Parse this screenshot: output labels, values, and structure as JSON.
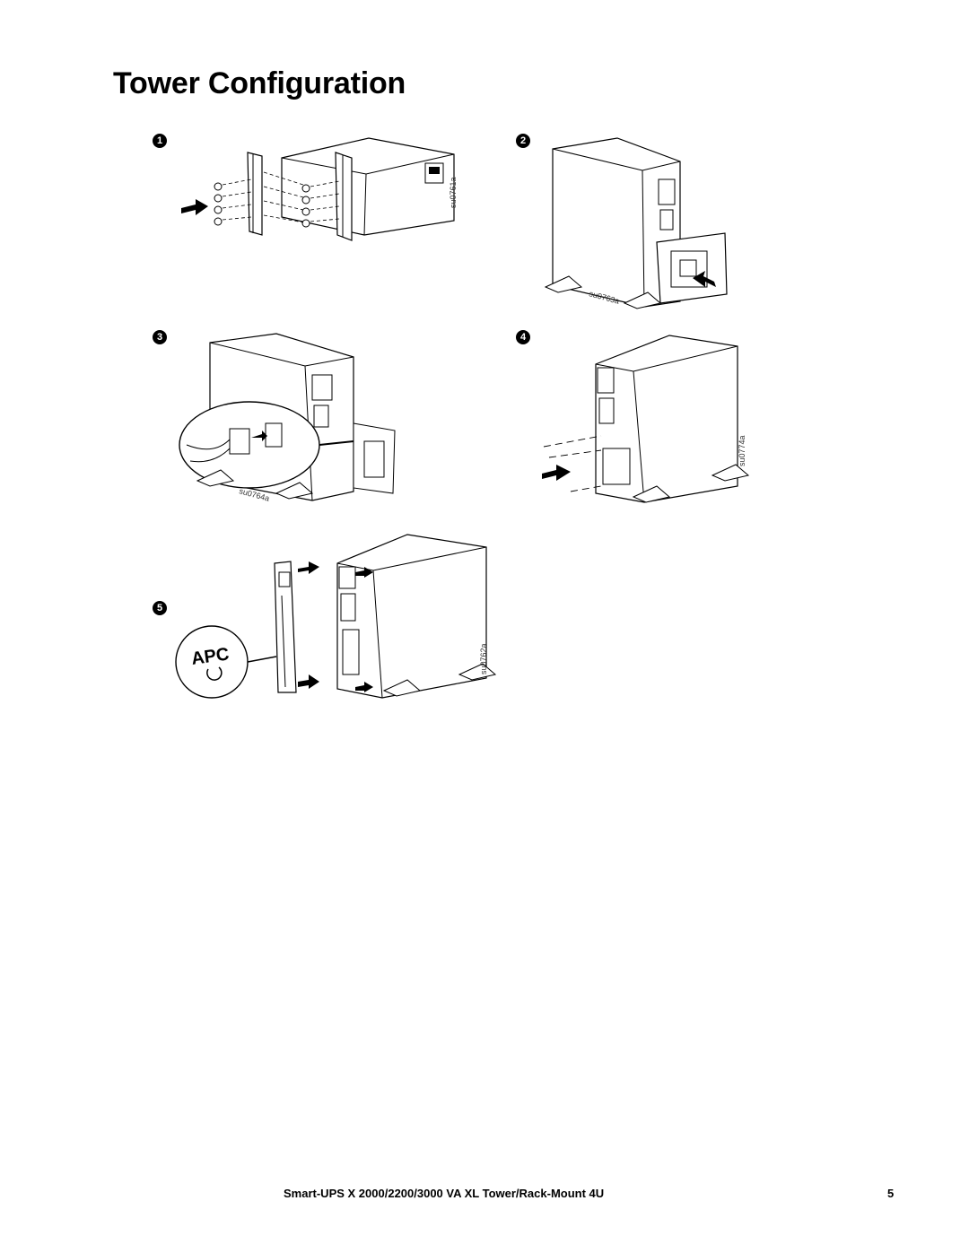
{
  "page": {
    "title": "Tower Configuration",
    "footer_title": "Smart-UPS X 2000/2200/3000 VA XL Tower/Rack-Mount 4U",
    "page_number": "5"
  },
  "steps": [
    {
      "number": "1",
      "figure_code": "su0761a"
    },
    {
      "number": "2",
      "figure_code": "su0763a"
    },
    {
      "number": "3",
      "figure_code": "su0764a"
    },
    {
      "number": "4",
      "figure_code": "su0774a"
    },
    {
      "number": "5",
      "figure_code": "su0762a",
      "logo_text": "APC"
    }
  ]
}
